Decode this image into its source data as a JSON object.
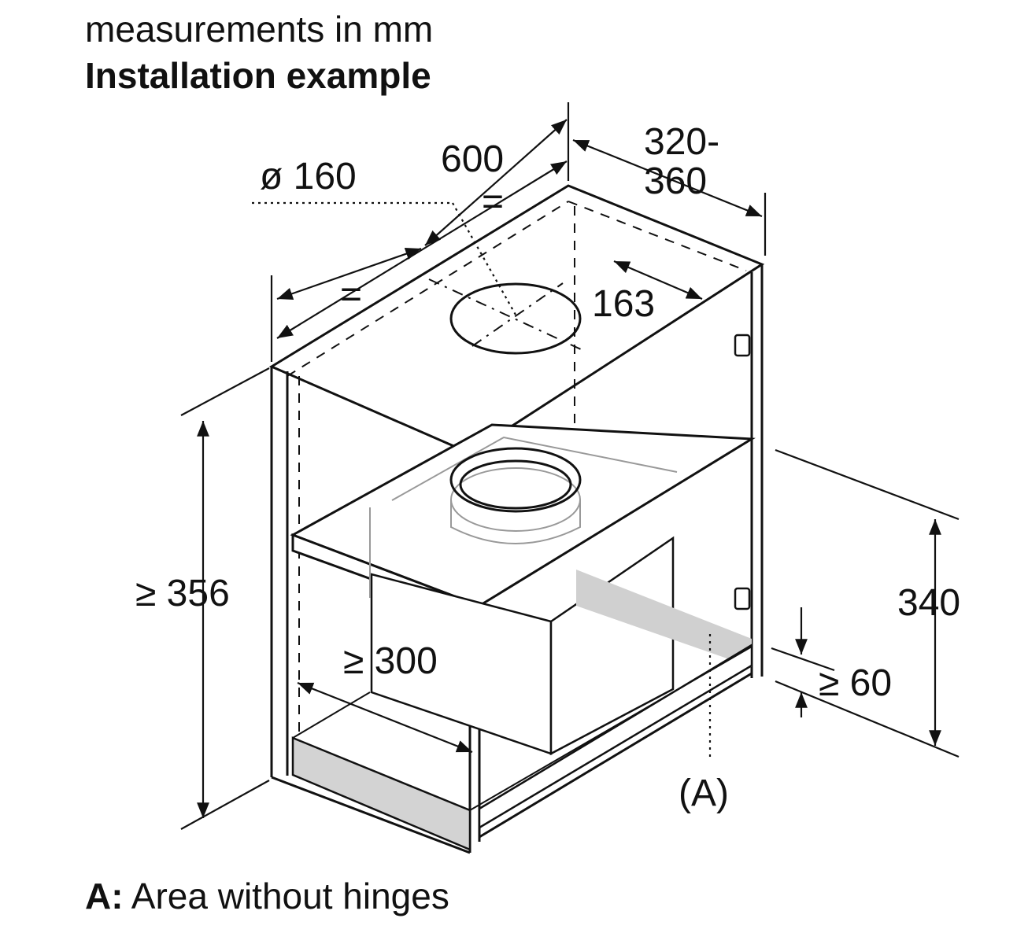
{
  "header": {
    "units_note": "measurements in mm",
    "title": "Installation example"
  },
  "dimensions": {
    "duct_diameter": "ø 160",
    "cabinet_width": "600",
    "equal_sign_1": "=",
    "equal_sign_2": "=",
    "depth_top": "320-",
    "depth_bottom": "360",
    "duct_offset": "163",
    "height_min": "≥ 356",
    "inner_width_min": "≥ 300",
    "side_height": "340",
    "clearance_min": "≥ 60",
    "area_marker": "(A)"
  },
  "legend": {
    "key": "A:",
    "text": "Area without hinges"
  }
}
